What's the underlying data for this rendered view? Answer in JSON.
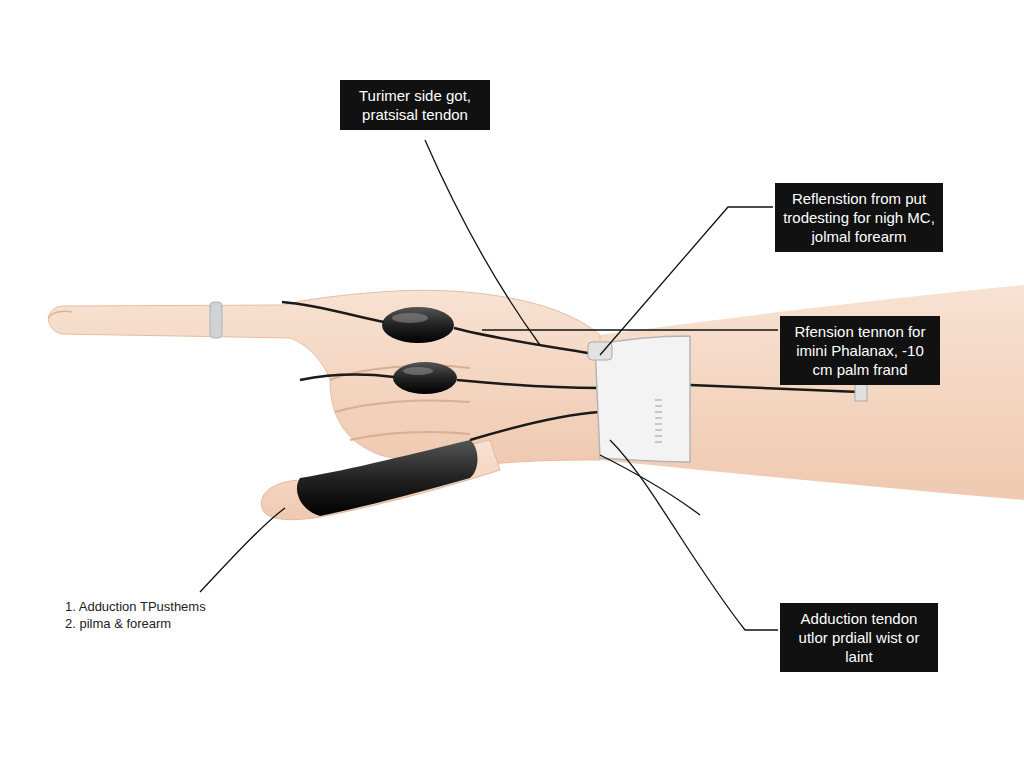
{
  "diagram": {
    "nodes": [
      {
        "text": [
          "Turimer side got, pratsisal tendon"
        ]
      },
      {
        "text": [
          "Reflenstion from put trodesting for nigh MC, jolmal forearm"
        ]
      },
      {
        "text": [
          "Rfension tennon for imini Phalanax, -10 cm palm frand"
        ]
      },
      {
        "text": [
          "Adduction tendon utlor prdiall wist or laint"
        ]
      }
    ],
    "labels": [
      "1. Adduction TPusthems",
      "2. pilma & forearm"
    ]
  }
}
